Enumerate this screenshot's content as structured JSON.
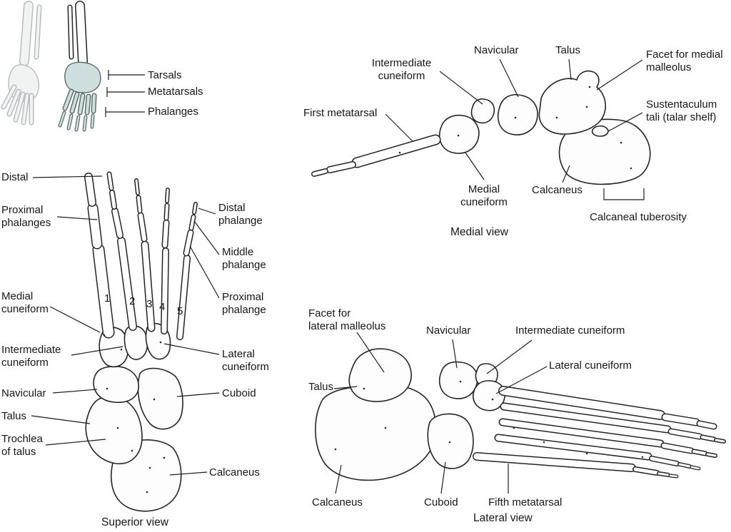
{
  "inset": {
    "labels": [
      "Tarsals",
      "Metatarsals",
      "Phalanges"
    ]
  },
  "superior": {
    "caption": "Superior view",
    "numbers": [
      "1",
      "2",
      "3",
      "4",
      "5"
    ],
    "labels": {
      "distal": "Distal",
      "proximal_phalanges": "Proximal\nphalanges",
      "medial_cuneiform": "Medial\ncuneiform",
      "intermediate_cuneiform": "Intermediate\ncuneiform",
      "navicular": "Navicular",
      "talus": "Talus",
      "trochlea": "Trochlea\nof talus",
      "distal_phalange": "Distal\nphalange",
      "middle_phalange": "Middle\nphalange",
      "proximal_phalange": "Proximal\nphalange",
      "lateral_cuneiform": "Lateral\ncuneiform",
      "cuboid": "Cuboid",
      "calcaneus": "Calcaneus"
    }
  },
  "medial": {
    "caption": "Medial view",
    "labels": {
      "intermediate_cuneiform": "Intermediate\ncuneiform",
      "navicular": "Navicular",
      "talus": "Talus",
      "facet_medial_malleolus": "Facet for medial\nmalleolus",
      "first_metatarsal": "First metatarsal",
      "sustentaculum": "Sustentaculum\ntali (talar shelf)",
      "medial_cuneiform": "Medial\ncuneiform",
      "calcaneus": "Calcaneus",
      "calcaneal_tuberosity": "Calcaneal tuberosity"
    }
  },
  "lateral": {
    "caption": "Lateral view",
    "labels": {
      "facet_lateral_malleolus": "Facet for\nlateral malleolus",
      "navicular": "Navicular",
      "intermediate_cuneiform": "Intermediate cuneiform",
      "lateral_cuneiform": "Lateral cuneiform",
      "talus": "Talus",
      "calcaneus": "Calcaneus",
      "cuboid": "Cuboid",
      "fifth_metatarsal": "Fifth metatarsal"
    }
  }
}
